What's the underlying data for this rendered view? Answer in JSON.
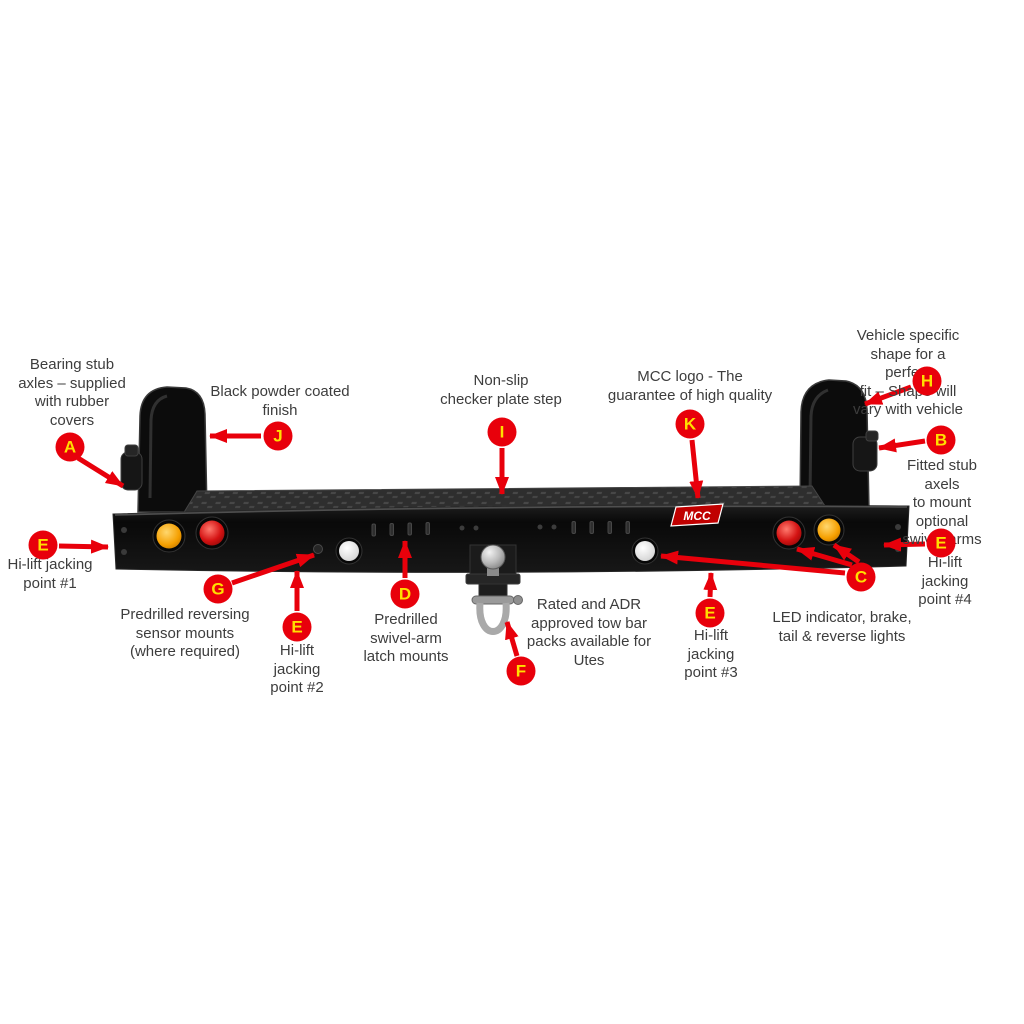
{
  "figure": {
    "background": "#ffffff"
  },
  "bumper": {
    "logo_text": "MCC"
  },
  "style": {
    "callout_bg": "#e8000b",
    "callout_letter": "#ffdf00",
    "arrow_color": "#e8000b",
    "label_color": "#3d3d3d"
  },
  "callouts": [
    {
      "id": "A",
      "letter": "A",
      "label": "Bearing stub\naxles – supplied\nwith rubber\ncovers"
    },
    {
      "id": "J",
      "letter": "J",
      "label": "Black powder coated\nfinish"
    },
    {
      "id": "I",
      "letter": "I",
      "label": "Non-slip\nchecker plate step"
    },
    {
      "id": "K",
      "letter": "K",
      "label": "MCC logo - The\nguarantee of high quality"
    },
    {
      "id": "H",
      "letter": "H",
      "label": "Vehicle specific shape for a perfect\nfit – Shape will vary with vehicle"
    },
    {
      "id": "B",
      "letter": "B",
      "label": "Fitted stub axels\nto mount optional\nswivel-arms"
    },
    {
      "id": "E1",
      "letter": "E",
      "label": "Hi-lift jacking\npoint #1"
    },
    {
      "id": "G",
      "letter": "G",
      "label": "Predrilled reversing\nsensor mounts\n(where required)"
    },
    {
      "id": "E2",
      "letter": "E",
      "label": "Hi-lift\njacking\npoint #2"
    },
    {
      "id": "D",
      "letter": "D",
      "label": "Predrilled\nswivel-arm\nlatch mounts"
    },
    {
      "id": "F",
      "letter": "F",
      "label": "Rated and ADR\napproved tow bar\npacks available for\nUtes"
    },
    {
      "id": "E3",
      "letter": "E",
      "label": "Hi-lift\njacking\npoint #3"
    },
    {
      "id": "C",
      "letter": "C",
      "label": "LED indicator, brake,\ntail & reverse lights"
    },
    {
      "id": "E4",
      "letter": "E",
      "label": "Hi-lift jacking\npoint #4"
    }
  ]
}
